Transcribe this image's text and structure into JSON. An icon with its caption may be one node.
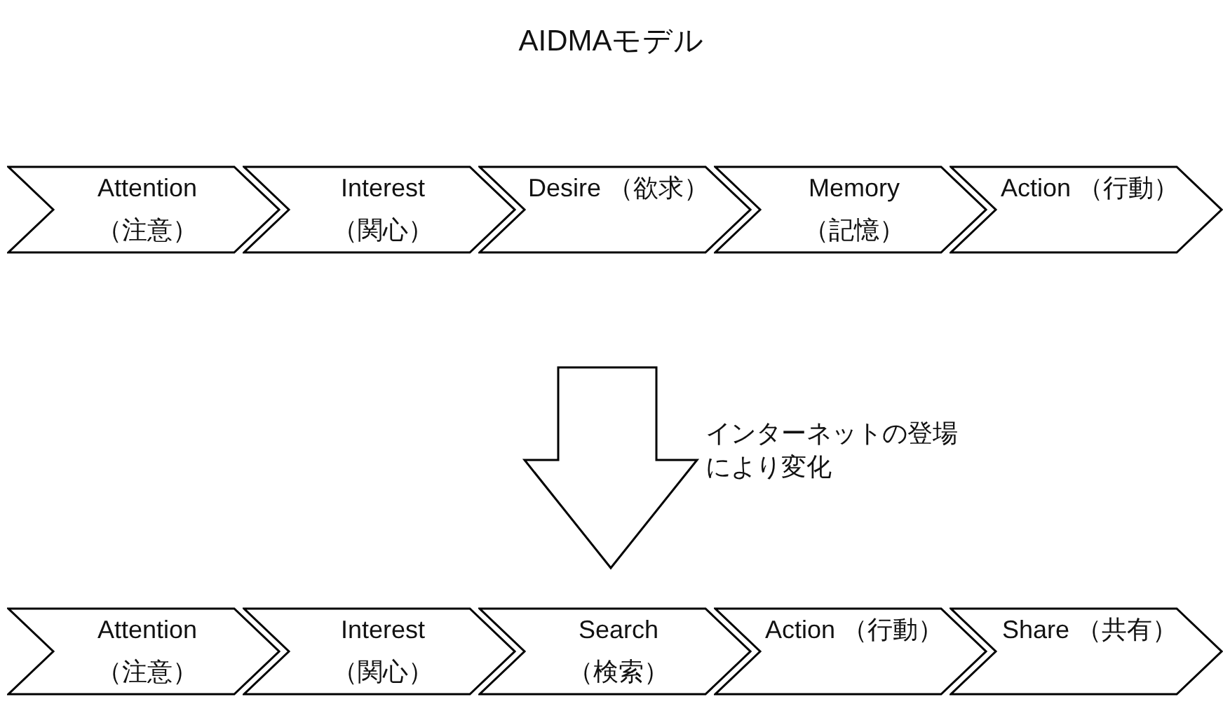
{
  "diagram": {
    "title": "AIDMAモデル",
    "nodes": [
      {
        "text": [
          "Attention （注意）"
        ]
      },
      {
        "text": [
          "Interest （関心）"
        ]
      },
      {
        "text": [
          "Desire （欲求）"
        ]
      },
      {
        "text": [
          "Memory （記憶）"
        ]
      },
      {
        "text": [
          "Action （行動）"
        ]
      },
      {
        "text": [],
        "shape": "arrow",
        "beside": [
          "インターネットの登場により変化"
        ]
      },
      {
        "text": [
          "Attention （注意）"
        ]
      },
      {
        "text": [
          "Interest （関心）"
        ]
      },
      {
        "text": [
          "Search （検索）"
        ]
      },
      {
        "text": [
          "Action （行動）"
        ]
      },
      {
        "text": [
          "Share （共有）"
        ]
      }
    ]
  }
}
